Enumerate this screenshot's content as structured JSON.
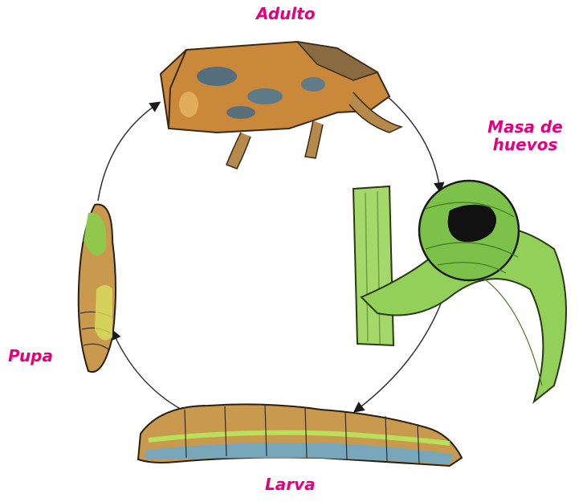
{
  "title": "",
  "accent_color": "#e5007e",
  "stages": {
    "adult": {
      "label": "Adulto",
      "icon": "moth-illustration"
    },
    "eggs": {
      "label_line1": "Masa de",
      "label_line2": "huevos",
      "icon": "egg-mass-on-leaf-illustration"
    },
    "larva": {
      "label": "Larva",
      "icon": "caterpillar-illustration"
    },
    "pupa": {
      "label": "Pupa",
      "icon": "pupa-illustration"
    }
  },
  "cycle_order": [
    "Adulto",
    "Masa de huevos",
    "Larva",
    "Pupa"
  ]
}
